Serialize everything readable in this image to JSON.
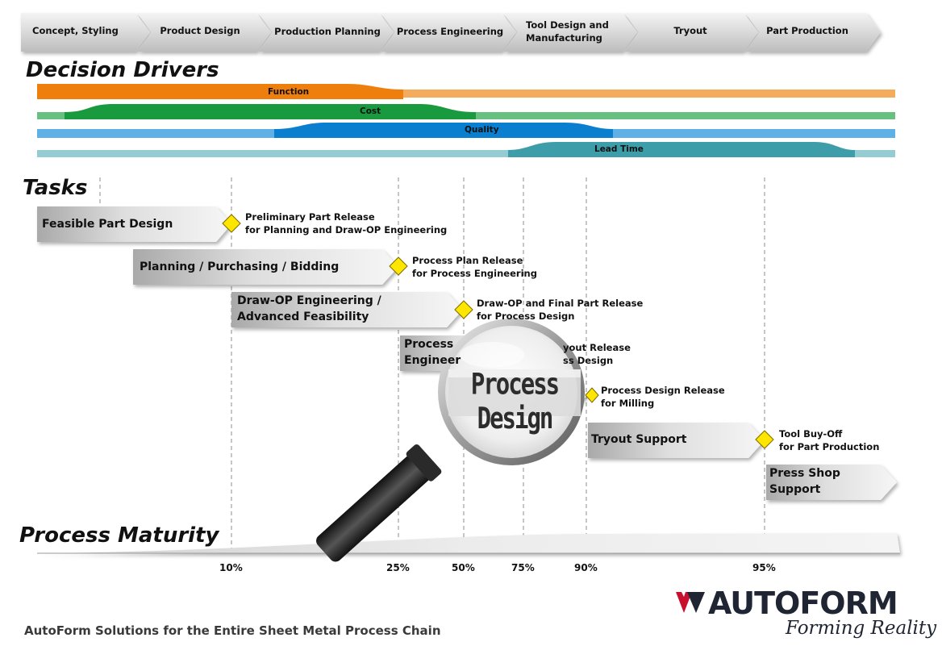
{
  "process_chain": [
    "Concept, Styling",
    "Product Design",
    "Production Planning",
    "Process Engineering",
    "Tool Design and Manufacturing",
    "Tryout",
    "Part Production"
  ],
  "decision_drivers": {
    "title": "Decision Drivers",
    "bands": [
      {
        "label": "Function",
        "color": "#ef7f0c",
        "light": "#f4ab5c"
      },
      {
        "label": "Cost",
        "color": "#1a9a3e",
        "light": "#67c07f"
      },
      {
        "label": "Quality",
        "color": "#0a7fd0",
        "light": "#5fb0e6"
      },
      {
        "label": "Lead Time",
        "color": "#3d9da8",
        "light": "#93cdd3"
      }
    ]
  },
  "tasks": {
    "title": "Tasks",
    "items": [
      {
        "label": "Feasible Part Design",
        "milestone": [
          "Preliminary Part Release",
          "for Planning and Draw-OP Engineering"
        ]
      },
      {
        "label": "Planning / Purchasing / Bidding",
        "milestone": [
          "Process Plan Release",
          "for Process Engineering"
        ]
      },
      {
        "label_lines": [
          "Draw-OP Engineering /",
          "Advanced Feasibility"
        ],
        "milestone": [
          "Draw-OP and Final Part Release",
          "for Process Design"
        ]
      },
      {
        "label_lines": [
          "Process",
          "Engineer"
        ],
        "milestone": [
          "yout Release",
          "ss Design"
        ]
      },
      {
        "label": "",
        "milestone": [
          "Process Design Release",
          "for Milling"
        ]
      },
      {
        "label": "Tryout Support",
        "milestone": [
          "Tool Buy-Off",
          "for Part Production"
        ]
      },
      {
        "label_lines": [
          "Press Shop",
          "Support"
        ]
      }
    ]
  },
  "magnifier": {
    "text": "Process Design"
  },
  "process_maturity": {
    "title": "Process Maturity",
    "ticks": [
      "10%",
      "25%",
      "50%",
      "75%",
      "90%",
      "95%"
    ]
  },
  "footer": {
    "caption": "AutoForm Solutions for the Entire Sheet Metal Process Chain",
    "logo": "AUTOFORM",
    "tagline": "Forming Reality"
  }
}
